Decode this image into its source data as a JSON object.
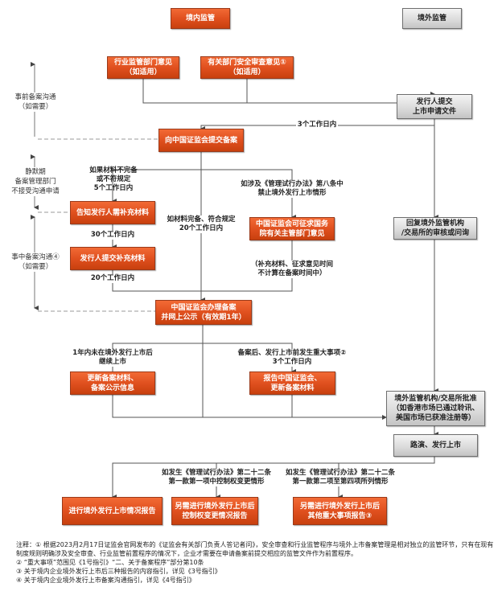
{
  "headers": {
    "domestic": "境内监管",
    "overseas": "境外监管"
  },
  "boxes": {
    "industry_opinion": "行业监管部门意见\n（如适用）",
    "security_review": "有关部门安全审查意见①\n（如适用）",
    "issuer_submit_application": "发行人提交\n上市申请文件",
    "submit_filing_csrc": "向中国证监会提交备案",
    "notify_supplement": "告知发行人需补充材料",
    "issuer_submit_supplement": "发行人提交补充材料",
    "csrc_consult_state_council": "中国证监会可征求国务\n院有关主管部门意见",
    "reply_overseas_regulator": "回复境外监管机构\n/交易所的审核或问询",
    "csrc_complete_filing": "中国证监会办理备案\n并网上公示（有效期1年）",
    "update_filing_materials": "更新备案材料、\n备案公示信息",
    "report_csrc_update": "报告中国证监会、\n更新备案材料",
    "overseas_approval": "境外监管机构/交易所批准\n（如香港市场已通过聆讯、\n美国市场已获准注册等）",
    "roadshow_listing": "路演、发行上市",
    "listing_report": "进行境外发行上市情况报告",
    "control_change_report": "另需进行境外发行上市后\n控制权变更情况报告",
    "other_major_report": "另需进行境外发行上市后\n其他重大事项报告③"
  },
  "labels": {
    "three_days": "3个工作日内",
    "incomplete_materials": "如果材料不完备\n或不符规定\n5个工作日内",
    "article_eight": "如涉及《管理试行办法》第八条中\n禁止境外发行上市情形",
    "thirty_days": "30个工作日内",
    "complete_materials": "如材料完备、符合规定\n20个工作日内",
    "not_counted": "（补充材料、征求意见时间\n不计算在备案时间中）",
    "twenty_days": "20个工作日内",
    "one_year_unlisted": "1年内未在境外发行上市后\n继续上市",
    "major_event_after_filing": "备案后、发行上市前发生重大事项②\n3个工作日内",
    "article22_item1": "如发生《管理试行办法》第二十二条\n第一款第一项中控制权变更情形",
    "article22_items2_4": "如发生《管理试行办法》第二十二条\n第一款第二项至第四项所列情形"
  },
  "side_notes": {
    "pre_filing": "事前备案沟通\n（如需要）",
    "quiet_period": "静默期\n备案管理部门\n不接受沟通申请",
    "mid_filing": "事中备案沟通④\n（如需要）"
  },
  "notes": [
    "注释：① 根据2023月2月17日证监会官网发布的《证监会有关部门负责人答记者问》，安全审查和行业监管程序与境外上市备案管理是相对独立的监管环节，只有在现有制度规则明确涉及安全审查、行业监管前置程序的情况下，企业才需要在申请备案前提交相应的监管文件作为前置程序。",
    "② “重大事项”范围见《1号指引》“二、关于备案程序”部分第10条",
    "③ 关于境内企业境外发行上市后三种报告的内容指引，详见《3号指引》",
    "④ 关于境内企业境外发行上市备案沟通指引，详见《4号指引》"
  ],
  "colors": {
    "domestic_box": "#e0501f",
    "overseas_box": "#d6d6d6",
    "connector": "#555555"
  }
}
